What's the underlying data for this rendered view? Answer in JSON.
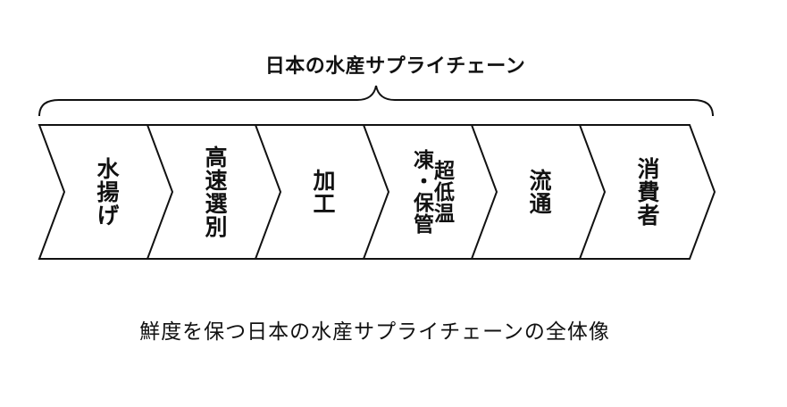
{
  "title": "日本の水産サプライチェーン",
  "steps": [
    {
      "lines": [
        "水揚げ"
      ]
    },
    {
      "lines": [
        "高速選別"
      ]
    },
    {
      "lines": [
        "加工"
      ]
    },
    {
      "lines": [
        "超低温",
        "凍・保管"
      ]
    },
    {
      "lines": [
        "流通"
      ]
    },
    {
      "lines": [
        "消費者"
      ]
    }
  ],
  "caption": "鮮度を保つ日本の水産サプライチェーンの全体像",
  "colors": {
    "stroke": "#111111",
    "fill": "#ffffff",
    "text": "#111111"
  }
}
